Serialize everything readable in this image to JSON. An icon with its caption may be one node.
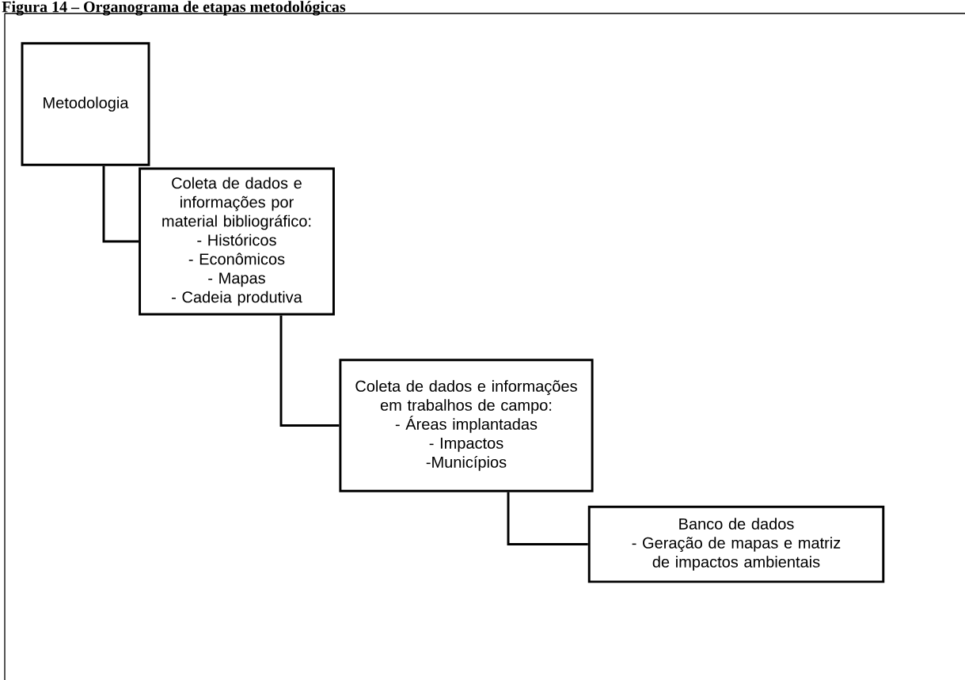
{
  "diagram": {
    "title": "Figura 14 – Organograma de etapas metodológicas",
    "nodes": [
      {
        "text": [
          "Metodologia"
        ]
      },
      {
        "text": [
          "Coleta de dados e informações por material bibliográfico:",
          "- Históricos",
          "- Econômicos",
          "- Mapas",
          "- Cadeia produtiva"
        ]
      },
      {
        "text": [
          "Coleta de dados e informações em trabalhos de campo:",
          "- Áreas implantadas",
          "- Impactos",
          "-Municípios"
        ]
      },
      {
        "text": [
          "Banco de dados",
          "- Geração de mapas e matriz de impactos ambientais"
        ]
      }
    ],
    "edges": [
      {
        "from": 0,
        "to": 1,
        "arrow": "none"
      },
      {
        "from": 1,
        "to": 2,
        "arrow": "none"
      },
      {
        "from": 2,
        "to": 3,
        "arrow": "none"
      }
    ]
  }
}
